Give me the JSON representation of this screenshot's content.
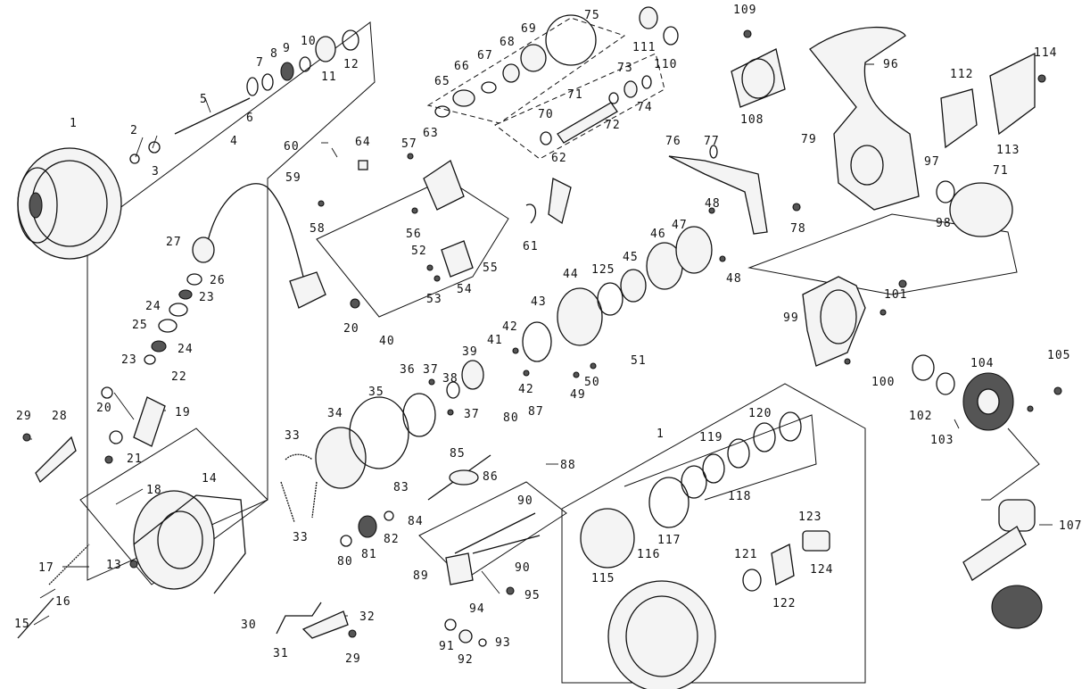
{
  "parts": [
    {
      "id": "1",
      "label": "1"
    },
    {
      "id": "2",
      "label": "2"
    },
    {
      "id": "3",
      "label": "3"
    },
    {
      "id": "4",
      "label": "4"
    },
    {
      "id": "5",
      "label": "5"
    },
    {
      "id": "6",
      "label": "6"
    },
    {
      "id": "7",
      "label": "7"
    },
    {
      "id": "8",
      "label": "8"
    },
    {
      "id": "9",
      "label": "9"
    },
    {
      "id": "10",
      "label": "10"
    },
    {
      "id": "11",
      "label": "11"
    },
    {
      "id": "12",
      "label": "12"
    },
    {
      "id": "13",
      "label": "13"
    },
    {
      "id": "14",
      "label": "14"
    },
    {
      "id": "15",
      "label": "15"
    },
    {
      "id": "16",
      "label": "16"
    },
    {
      "id": "17",
      "label": "17"
    },
    {
      "id": "18",
      "label": "18"
    },
    {
      "id": "19",
      "label": "19"
    },
    {
      "id": "20a",
      "label": "20"
    },
    {
      "id": "20b",
      "label": "20"
    },
    {
      "id": "21",
      "label": "21"
    },
    {
      "id": "22",
      "label": "22"
    },
    {
      "id": "23a",
      "label": "23"
    },
    {
      "id": "23b",
      "label": "23"
    },
    {
      "id": "24a",
      "label": "24"
    },
    {
      "id": "24b",
      "label": "24"
    },
    {
      "id": "25",
      "label": "25"
    },
    {
      "id": "26",
      "label": "26"
    },
    {
      "id": "27",
      "label": "27"
    },
    {
      "id": "28",
      "label": "28"
    },
    {
      "id": "29a",
      "label": "29"
    },
    {
      "id": "29b",
      "label": "29"
    },
    {
      "id": "30",
      "label": "30"
    },
    {
      "id": "31",
      "label": "31"
    },
    {
      "id": "32",
      "label": "32"
    },
    {
      "id": "33a",
      "label": "33"
    },
    {
      "id": "33b",
      "label": "33"
    },
    {
      "id": "34",
      "label": "34"
    },
    {
      "id": "35",
      "label": "35"
    },
    {
      "id": "36",
      "label": "36"
    },
    {
      "id": "37a",
      "label": "37"
    },
    {
      "id": "37b",
      "label": "37"
    },
    {
      "id": "38",
      "label": "38"
    },
    {
      "id": "39",
      "label": "39"
    },
    {
      "id": "40",
      "label": "40"
    },
    {
      "id": "41",
      "label": "41"
    },
    {
      "id": "42a",
      "label": "42"
    },
    {
      "id": "42b",
      "label": "42"
    },
    {
      "id": "43",
      "label": "43"
    },
    {
      "id": "44",
      "label": "44"
    },
    {
      "id": "45",
      "label": "45"
    },
    {
      "id": "46",
      "label": "46"
    },
    {
      "id": "47",
      "label": "47"
    },
    {
      "id": "48a",
      "label": "48"
    },
    {
      "id": "48b",
      "label": "48"
    },
    {
      "id": "49",
      "label": "49"
    },
    {
      "id": "50",
      "label": "50"
    },
    {
      "id": "51",
      "label": "51"
    },
    {
      "id": "52",
      "label": "52"
    },
    {
      "id": "53",
      "label": "53"
    },
    {
      "id": "54",
      "label": "54"
    },
    {
      "id": "55",
      "label": "55"
    },
    {
      "id": "56",
      "label": "56"
    },
    {
      "id": "57",
      "label": "57"
    },
    {
      "id": "58",
      "label": "58"
    },
    {
      "id": "59",
      "label": "59"
    },
    {
      "id": "60",
      "label": "60"
    },
    {
      "id": "61",
      "label": "61"
    },
    {
      "id": "62",
      "label": "62"
    },
    {
      "id": "63",
      "label": "63"
    },
    {
      "id": "64",
      "label": "64"
    },
    {
      "id": "65",
      "label": "65"
    },
    {
      "id": "66",
      "label": "66"
    },
    {
      "id": "67",
      "label": "67"
    },
    {
      "id": "68",
      "label": "68"
    },
    {
      "id": "69",
      "label": "69"
    },
    {
      "id": "70",
      "label": "70"
    },
    {
      "id": "71a",
      "label": "71"
    },
    {
      "id": "71b",
      "label": "71"
    },
    {
      "id": "72",
      "label": "72"
    },
    {
      "id": "73",
      "label": "73"
    },
    {
      "id": "74",
      "label": "74"
    },
    {
      "id": "75",
      "label": "75"
    },
    {
      "id": "76",
      "label": "76"
    },
    {
      "id": "77",
      "label": "77"
    },
    {
      "id": "78",
      "label": "78"
    },
    {
      "id": "79",
      "label": "79"
    },
    {
      "id": "80a",
      "label": "80"
    },
    {
      "id": "80b",
      "label": "80"
    },
    {
      "id": "81",
      "label": "81"
    },
    {
      "id": "82",
      "label": "82"
    },
    {
      "id": "83",
      "label": "83"
    },
    {
      "id": "84",
      "label": "84"
    },
    {
      "id": "85",
      "label": "85"
    },
    {
      "id": "86",
      "label": "86"
    },
    {
      "id": "87",
      "label": "87"
    },
    {
      "id": "88",
      "label": "88"
    },
    {
      "id": "89",
      "label": "89"
    },
    {
      "id": "90a",
      "label": "90"
    },
    {
      "id": "90b",
      "label": "90"
    },
    {
      "id": "91",
      "label": "91"
    },
    {
      "id": "92",
      "label": "92"
    },
    {
      "id": "93",
      "label": "93"
    },
    {
      "id": "94",
      "label": "94"
    },
    {
      "id": "95",
      "label": "95"
    },
    {
      "id": "96",
      "label": "96"
    },
    {
      "id": "97",
      "label": "97"
    },
    {
      "id": "98",
      "label": "98"
    },
    {
      "id": "99",
      "label": "99"
    },
    {
      "id": "100",
      "label": "100"
    },
    {
      "id": "101",
      "label": "101"
    },
    {
      "id": "102",
      "label": "102"
    },
    {
      "id": "103",
      "label": "103"
    },
    {
      "id": "104",
      "label": "104"
    },
    {
      "id": "105",
      "label": "105"
    },
    {
      "id": "107",
      "label": "107"
    },
    {
      "id": "108",
      "label": "108"
    },
    {
      "id": "109",
      "label": "109"
    },
    {
      "id": "110",
      "label": "110"
    },
    {
      "id": "111",
      "label": "111"
    },
    {
      "id": "112",
      "label": "112"
    },
    {
      "id": "113",
      "label": "113"
    },
    {
      "id": "114",
      "label": "114"
    },
    {
      "id": "115",
      "label": "115"
    },
    {
      "id": "116",
      "label": "116"
    },
    {
      "id": "117",
      "label": "117"
    },
    {
      "id": "118",
      "label": "118"
    },
    {
      "id": "119",
      "label": "119"
    },
    {
      "id": "120",
      "label": "120"
    },
    {
      "id": "121",
      "label": "121"
    },
    {
      "id": "122",
      "label": "122"
    },
    {
      "id": "123",
      "label": "123"
    },
    {
      "id": "124",
      "label": "124"
    },
    {
      "id": "125",
      "label": "125"
    },
    {
      "id": "1b",
      "label": "1"
    }
  ]
}
